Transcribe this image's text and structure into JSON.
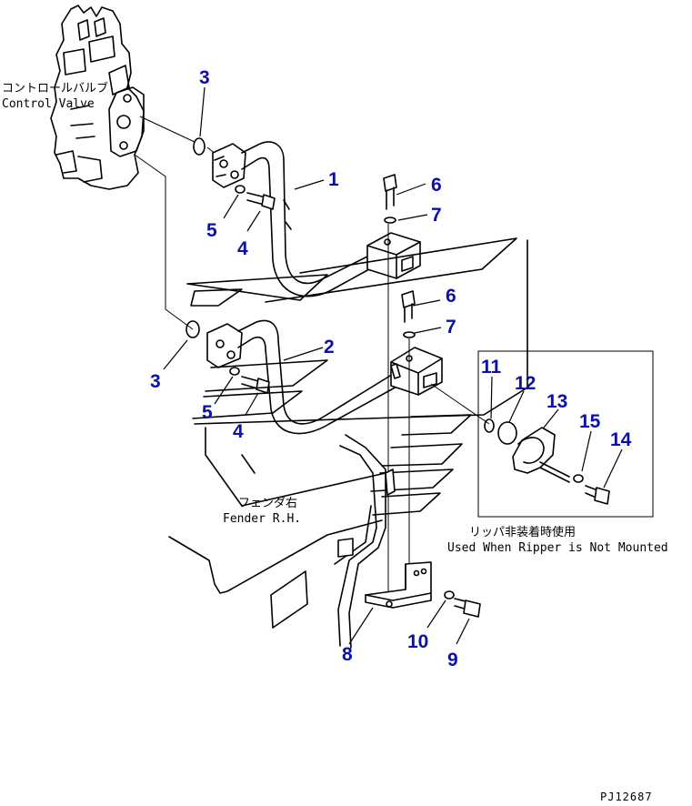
{
  "labels": {
    "control_valve_jp": "コントロールバルブ",
    "control_valve_en": "Control Valve",
    "fender_jp": "フェンダ右",
    "fender_en": "Fender R.H.",
    "ripper_jp": "リッパ非装着時使用",
    "ripper_en": "Used When Ripper is Not Mounted",
    "drawing_code": "PJ12687"
  },
  "parts": [
    {
      "id": "part-1",
      "number": "1"
    },
    {
      "id": "part-2",
      "number": "2"
    },
    {
      "id": "part-3",
      "number": "3"
    },
    {
      "id": "part-4",
      "number": "4"
    },
    {
      "id": "part-5",
      "number": "5"
    },
    {
      "id": "part-6",
      "number": "6"
    },
    {
      "id": "part-7",
      "number": "7"
    },
    {
      "id": "part-8",
      "number": "8"
    },
    {
      "id": "part-9",
      "number": "9"
    },
    {
      "id": "part-10",
      "number": "10"
    },
    {
      "id": "part-11",
      "number": "11"
    },
    {
      "id": "part-12",
      "number": "12"
    },
    {
      "id": "part-13",
      "number": "13"
    },
    {
      "id": "part-14",
      "number": "14"
    },
    {
      "id": "part-15",
      "number": "15"
    }
  ],
  "colors": {
    "callout_number": "#0a10a8",
    "line": "#000000",
    "background": "#ffffff"
  }
}
